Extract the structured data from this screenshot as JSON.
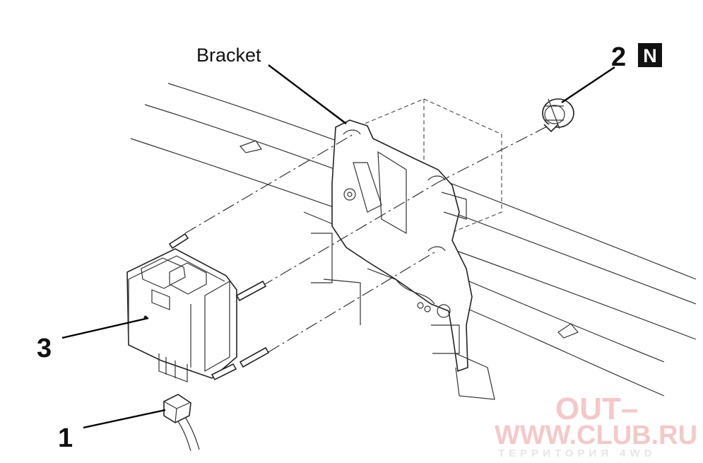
{
  "callouts": {
    "bracket": "Bracket",
    "item1": "1",
    "item2": "2",
    "item3": "3",
    "new_part_badge": "N"
  },
  "watermark": {
    "line1": "OUT–",
    "line2": "WWW.CLUB.RU",
    "line3": "ТЕРРИТОРИЯ 4WD"
  },
  "colors": {
    "ink": "#111111",
    "watermark": "#f5c8c8"
  }
}
